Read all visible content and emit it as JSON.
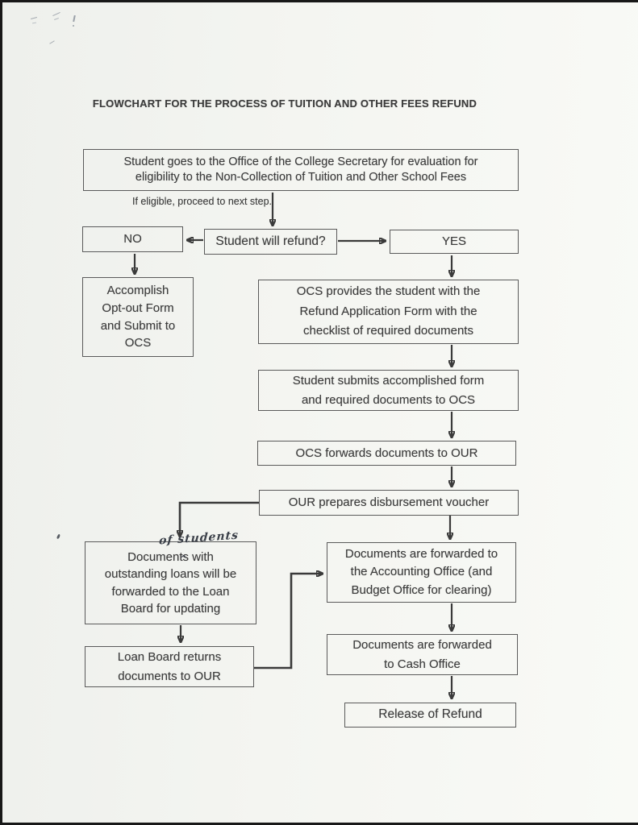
{
  "document": {
    "title": "FLOWCHART FOR THE PROCESS OF TUITION AND OTHER FEES REFUND"
  },
  "flowchart": {
    "start": "Student goes to the Office of the College Secretary for evaluation for\neligibility to the Non-Collection of Tuition and Other School Fees",
    "condition_note": "If eligible, proceed to next step.",
    "decision": "Student will refund?",
    "branch_no": "NO",
    "branch_yes": "YES",
    "opt_out": "Accomplish\nOpt-out Form\nand Submit to\nOCS",
    "ocs_provides": "OCS provides the student with the\nRefund Application Form with the\nchecklist of required documents",
    "student_submits": "Student submits accomplished form\nand required documents to OCS",
    "ocs_forwards": "OCS forwards documents to OUR",
    "our_prepares": "OUR prepares disbursement voucher",
    "loan_docs": "Documents with\noutstanding loans will be\nforwarded to the Loan\nBoard for updating",
    "handwritten_insert": "of students",
    "caret_mark": "^",
    "loan_board_returns": "Loan Board returns\ndocuments to OUR",
    "accounting": "Documents are forwarded to\nthe Accounting Office (and\nBudget Office for clearing)",
    "cash_office": "Documents are forwarded\nto Cash Office",
    "release": "Release of Refund"
  },
  "colors": {
    "ink": "#3c3c3c",
    "border": "#5a5a5a",
    "arrow": "#3a3a3a",
    "handwriting": "#3b4049",
    "paper": "#f4f5f1"
  }
}
